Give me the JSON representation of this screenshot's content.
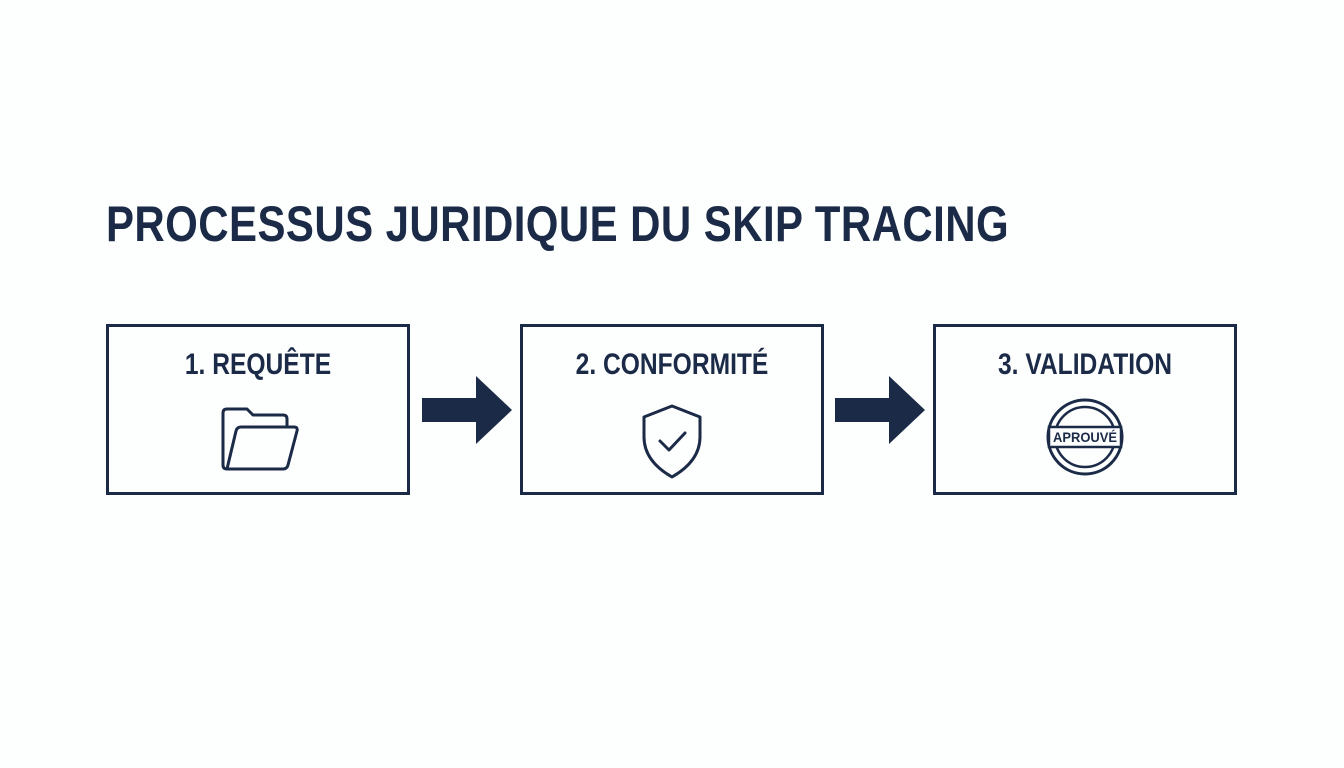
{
  "diagram": {
    "title": "PROCESSUS JURIDIQUE DU SKIP TRACING",
    "accent_color": "#1b2a47",
    "steps": [
      {
        "label": "1. REQUÊTE",
        "icon": "folder-icon"
      },
      {
        "label": "2. CONFORMITÉ",
        "icon": "shield-check-icon"
      },
      {
        "label": "3. VALIDATION",
        "icon": "approved-stamp-icon",
        "stamp_text": "APROUVÉ"
      }
    ],
    "connectors": [
      "arrow-right-icon",
      "arrow-right-icon"
    ]
  }
}
